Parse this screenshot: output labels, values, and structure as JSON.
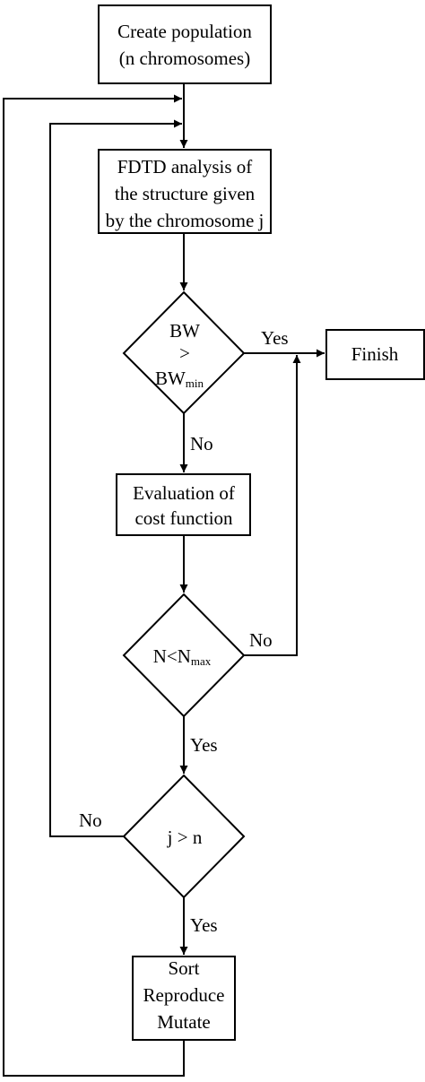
{
  "diagram": {
    "nodes": {
      "create_population": {
        "lines": [
          "Create population",
          "(n chromosomes)"
        ]
      },
      "fdtd_analysis": {
        "lines": [
          "FDTD analysis of",
          "the structure given",
          "by the chromosome j"
        ]
      },
      "bw_check": {
        "line1": "BW",
        "line2": ">",
        "line3_main": "BW",
        "line3_sub": "min"
      },
      "finish": {
        "label": "Finish"
      },
      "cost_eval": {
        "lines": [
          "Evaluation of",
          "cost function"
        ]
      },
      "n_check": {
        "main": "N<N",
        "sub": "max"
      },
      "j_check": {
        "label": "j > n"
      },
      "sort_box": {
        "lines": [
          "Sort",
          "Reproduce",
          "Mutate"
        ]
      }
    },
    "edge_labels": {
      "bw_yes": "Yes",
      "bw_no": "No",
      "n_no": "No",
      "n_yes": "Yes",
      "j_no": "No",
      "j_yes": "Yes"
    },
    "colors": {
      "stroke": "#000000",
      "background": "#ffffff"
    }
  }
}
